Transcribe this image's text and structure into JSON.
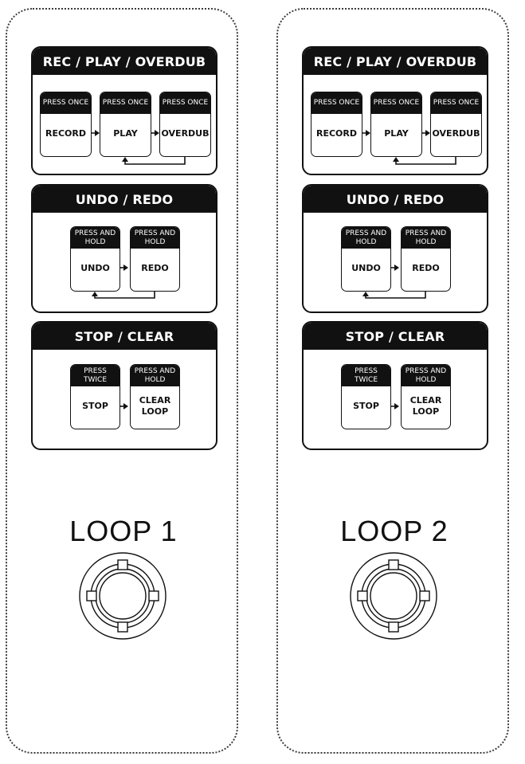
{
  "loops": [
    {
      "name": "LOOP 1",
      "sections": {
        "rec_play": {
          "title": "REC / PLAY / OVERDUB",
          "buttons": [
            {
              "caption": "PRESS ONCE",
              "label": "RECORD"
            },
            {
              "caption": "PRESS ONCE",
              "label": "PLAY"
            },
            {
              "caption": "PRESS ONCE",
              "label": "OVERDUB"
            }
          ]
        },
        "undo_redo": {
          "title": "UNDO / REDO",
          "buttons": [
            {
              "caption": "PRESS AND HOLD",
              "label": "UNDO"
            },
            {
              "caption": "PRESS AND HOLD",
              "label": "REDO"
            }
          ]
        },
        "stop_clear": {
          "title": "STOP / CLEAR",
          "buttons": [
            {
              "caption": "PRESS TWICE",
              "label": "STOP"
            },
            {
              "caption": "PRESS AND HOLD",
              "label": "CLEAR LOOP"
            }
          ]
        }
      }
    },
    {
      "name": "LOOP 2",
      "sections": {
        "rec_play": {
          "title": "REC / PLAY / OVERDUB",
          "buttons": [
            {
              "caption": "PRESS ONCE",
              "label": "RECORD"
            },
            {
              "caption": "PRESS ONCE",
              "label": "PLAY"
            },
            {
              "caption": "PRESS ONCE",
              "label": "OVERDUB"
            }
          ]
        },
        "undo_redo": {
          "title": "UNDO / REDO",
          "buttons": [
            {
              "caption": "PRESS AND HOLD",
              "label": "UNDO"
            },
            {
              "caption": "PRESS AND HOLD",
              "label": "REDO"
            }
          ]
        },
        "stop_clear": {
          "title": "STOP / CLEAR",
          "buttons": [
            {
              "caption": "PRESS TWICE",
              "label": "STOP"
            },
            {
              "caption": "PRESS AND HOLD",
              "label": "CLEAR LOOP"
            }
          ]
        }
      }
    }
  ],
  "colors": {
    "ink": "#111111",
    "background": "#ffffff"
  }
}
